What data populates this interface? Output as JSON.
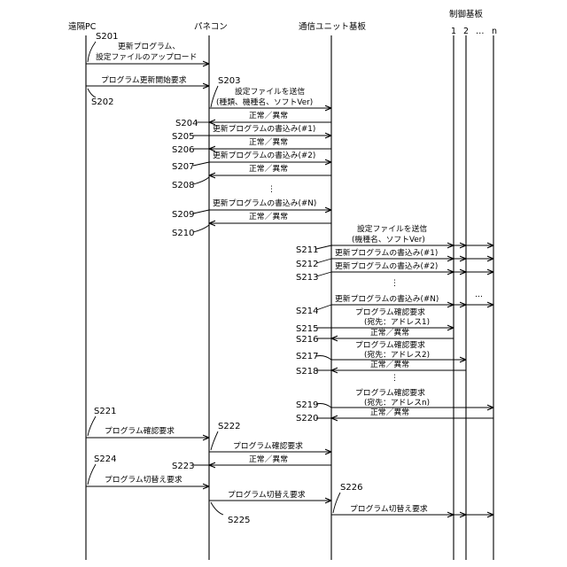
{
  "participants": {
    "remote_pc": "遠隔PC",
    "panel": "パネコン",
    "comm_board": "通信ユニット基板",
    "control_boards": "制御基板",
    "idx_1": "1",
    "idx_2": "2",
    "idx_dots": "…",
    "idx_n": "n"
  },
  "steps": {
    "s201": "S201",
    "s202": "S202",
    "s203": "S203",
    "s204": "S204",
    "s205": "S205",
    "s206": "S206",
    "s207": "S207",
    "s208": "S208",
    "s209": "S209",
    "s210": "S210",
    "s211": "S211",
    "s212": "S212",
    "s213": "S213",
    "s214": "S214",
    "s215": "S215",
    "s216": "S216",
    "s217": "S217",
    "s218": "S218",
    "s219": "S219",
    "s220": "S220",
    "s221": "S221",
    "s222": "S222",
    "s223": "S223",
    "s224": "S224",
    "s225": "S225",
    "s226": "S226"
  },
  "messages": {
    "upload_1": "更新プログラム、",
    "upload_2": "設定ファイルのアップロード",
    "start_request": "プログラム更新開始要求",
    "send_settings_1": "設定ファイルを送信",
    "send_settings_2": "(種類、機種名、ソフトVer)",
    "ok_ng": "正常／異常",
    "write_1": "更新プログラムの書込み(#1)",
    "write_2": "更新プログラムの書込み(#2)",
    "write_n": "更新プログラムの書込み(#N)",
    "send_settings_b1": "設定ファイルを送信",
    "send_settings_b2": "(機種名、ソフトVer)",
    "confirm_request": "プログラム確認要求",
    "dest_addr_1": "(宛先：アドレス1)",
    "dest_addr_2": "(宛先：アドレス2)",
    "dest_addr_n": "(宛先：アドレスn)",
    "switch_request": "プログラム切替え要求",
    "vdots": "⋮",
    "hdots": "…"
  }
}
